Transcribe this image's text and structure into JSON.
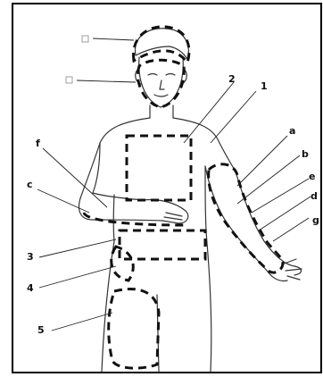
{
  "labels": {
    "n1": "1",
    "n2": "2",
    "n3": "3",
    "n4": "4",
    "n5": "5",
    "a": "a",
    "b": "b",
    "c": "c",
    "d": "d",
    "e": "e",
    "f": "f",
    "g": "g"
  },
  "colors": {
    "background": "#ffffff",
    "frame": "#000000",
    "figure_outline": "#333333",
    "dashed_regions": "#111111"
  }
}
